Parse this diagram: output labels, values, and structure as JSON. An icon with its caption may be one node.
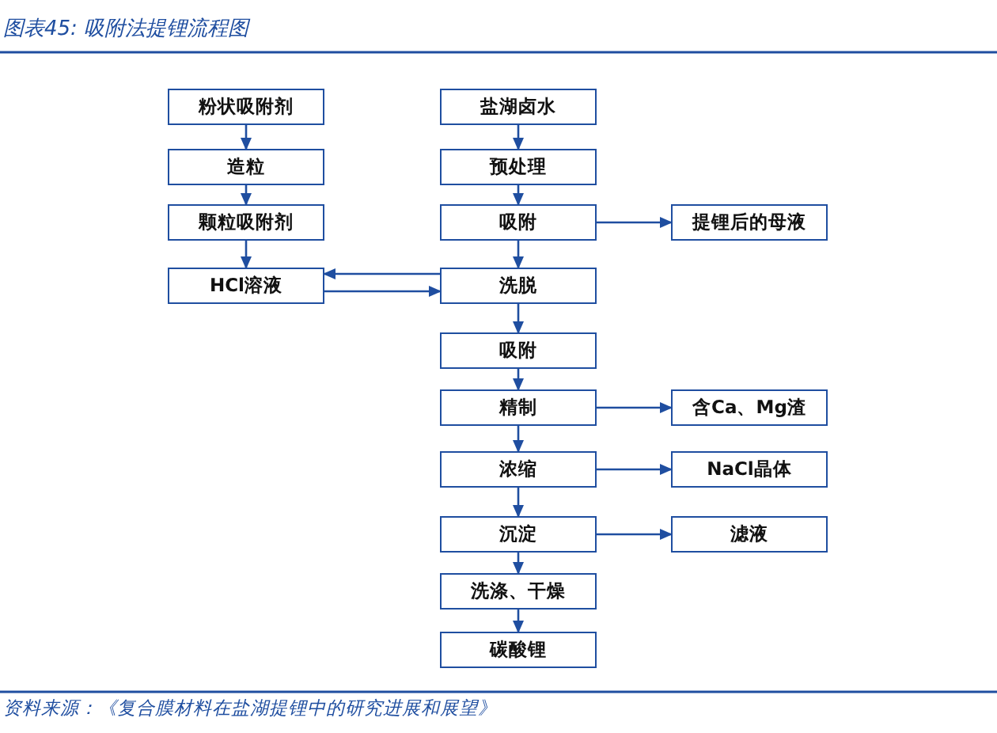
{
  "diagram": {
    "title": "图表45: 吸附法提锂流程图",
    "caption": "资料来源：《复合膜材料在盐湖提锂中的研究进展和展望》",
    "nodes": [
      {
        "text": [
          "粉状吸附剂"
        ]
      },
      {
        "text": [
          "盐湖卤水"
        ]
      },
      {
        "text": [
          "造粒"
        ]
      },
      {
        "text": [
          "预处理"
        ]
      },
      {
        "text": [
          "颗粒吸附剂"
        ]
      },
      {
        "text": [
          "吸附"
        ]
      },
      {
        "text": [
          "提锂后的母液"
        ]
      },
      {
        "text": [
          "HCl溶液"
        ]
      },
      {
        "text": [
          "洗脱"
        ]
      },
      {
        "text": [
          "吸附"
        ]
      },
      {
        "text": [
          "精制"
        ]
      },
      {
        "text": [
          "含Ca、Mg渣"
        ]
      },
      {
        "text": [
          "浓缩"
        ]
      },
      {
        "text": [
          "NaCl晶体"
        ]
      },
      {
        "text": [
          "沉淀"
        ]
      },
      {
        "text": [
          "滤液"
        ]
      },
      {
        "text": [
          "洗涤、干燥"
        ]
      },
      {
        "text": [
          "碳酸锂"
        ]
      }
    ],
    "edges": [
      {
        "from": 0,
        "to": 2,
        "arrow": "to"
      },
      {
        "from": 2,
        "to": 4,
        "arrow": "to"
      },
      {
        "from": 4,
        "to": 7,
        "arrow": "to"
      },
      {
        "from": 1,
        "to": 3,
        "arrow": "to"
      },
      {
        "from": 3,
        "to": 5,
        "arrow": "to"
      },
      {
        "from": 5,
        "to": 6,
        "arrow": "to"
      },
      {
        "from": 5,
        "to": 8,
        "arrow": "to"
      },
      {
        "from": 7,
        "to": 8,
        "arrow": "to"
      },
      {
        "from": 8,
        "to": 7,
        "arrow": "to"
      },
      {
        "from": 8,
        "to": 9,
        "arrow": "to"
      },
      {
        "from": 9,
        "to": 10,
        "arrow": "to"
      },
      {
        "from": 10,
        "to": 11,
        "arrow": "to"
      },
      {
        "from": 10,
        "to": 12,
        "arrow": "to"
      },
      {
        "from": 12,
        "to": 13,
        "arrow": "to"
      },
      {
        "from": 12,
        "to": 14,
        "arrow": "to"
      },
      {
        "from": 14,
        "to": 15,
        "arrow": "to"
      },
      {
        "from": 14,
        "to": 16,
        "arrow": "to"
      },
      {
        "from": 16,
        "to": 17,
        "arrow": "to"
      }
    ]
  }
}
